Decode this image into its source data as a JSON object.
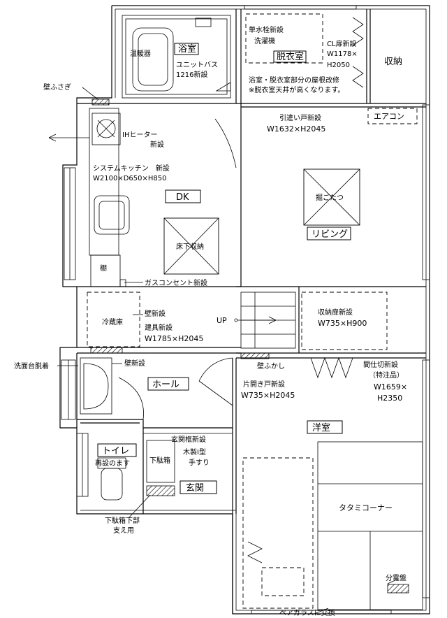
{
  "rooms": {
    "bathroom": "浴室",
    "dressing_room": "脱衣室",
    "storage": "収納",
    "aircon": "エアコン",
    "dk": "DK",
    "living": "リビング",
    "hall": "ホール",
    "entrance": "玄関",
    "toilet": "トイレ",
    "western_room": "洋室",
    "tatami_corner": "タタミコーナー",
    "stairs_up": "UP"
  },
  "annotations": {
    "water_heater": "温暖器",
    "unit_bath": "ユニットバス",
    "unit_bath_size": "1216新設",
    "mixer_faucet_1": "単水栓新設",
    "mixer_faucet_2": "洗濯機",
    "closet_door_1": "CL扉新設",
    "closet_door_2": "W1178×",
    "closet_door_3": "H2050",
    "ceiling_note_1": "浴室・脱衣室部分の屋根改修",
    "ceiling_note_2": "※脱衣室天井が高くなります。",
    "wall_cover": "壁ふさぎ",
    "ih_heater_1": "IHヒーター",
    "ih_heater_2": "新設",
    "system_kitchen_1": "システムキッチン　新設",
    "system_kitchen_2": "W2100×D650×H850",
    "sliding_door_1": "引違い戸新設",
    "sliding_door_2": "W1632×H2045",
    "floor_storage": "床下収納",
    "kotatsu": "掘ごたつ",
    "shelf": "棚",
    "gas_outlet": "ガスコンセント新設",
    "refrigerator": "冷蔵庫",
    "new_wall": "壁新設",
    "door_1": "建具新設",
    "door_2": "W1785×H2045",
    "storage_door_1": "収納扉新設",
    "storage_door_2": "W735×H900",
    "wall_extend": "壁ふかし",
    "washstand": "洗面台脱着",
    "new_wall_2": "壁新設",
    "swing_door_1": "片開き戸新設",
    "swing_door_2": "W735×H2045",
    "partition_1": "間仕切新設",
    "partition_2": "（特注品）",
    "partition_3": "W1659×",
    "partition_4": "H2350",
    "entrance_frame_1": "玄関框新設",
    "entrance_frame_2": "木製I型",
    "entrance_frame_3": "手すり",
    "shoe_box": "下駄箱",
    "toilet_reuse": "再設のます",
    "shoe_box_support_1": "下駄箱下部",
    "shoe_box_support_2": "支え用",
    "distribution_board": "分電盤",
    "pair_glass": "ペアガラスに交換"
  }
}
